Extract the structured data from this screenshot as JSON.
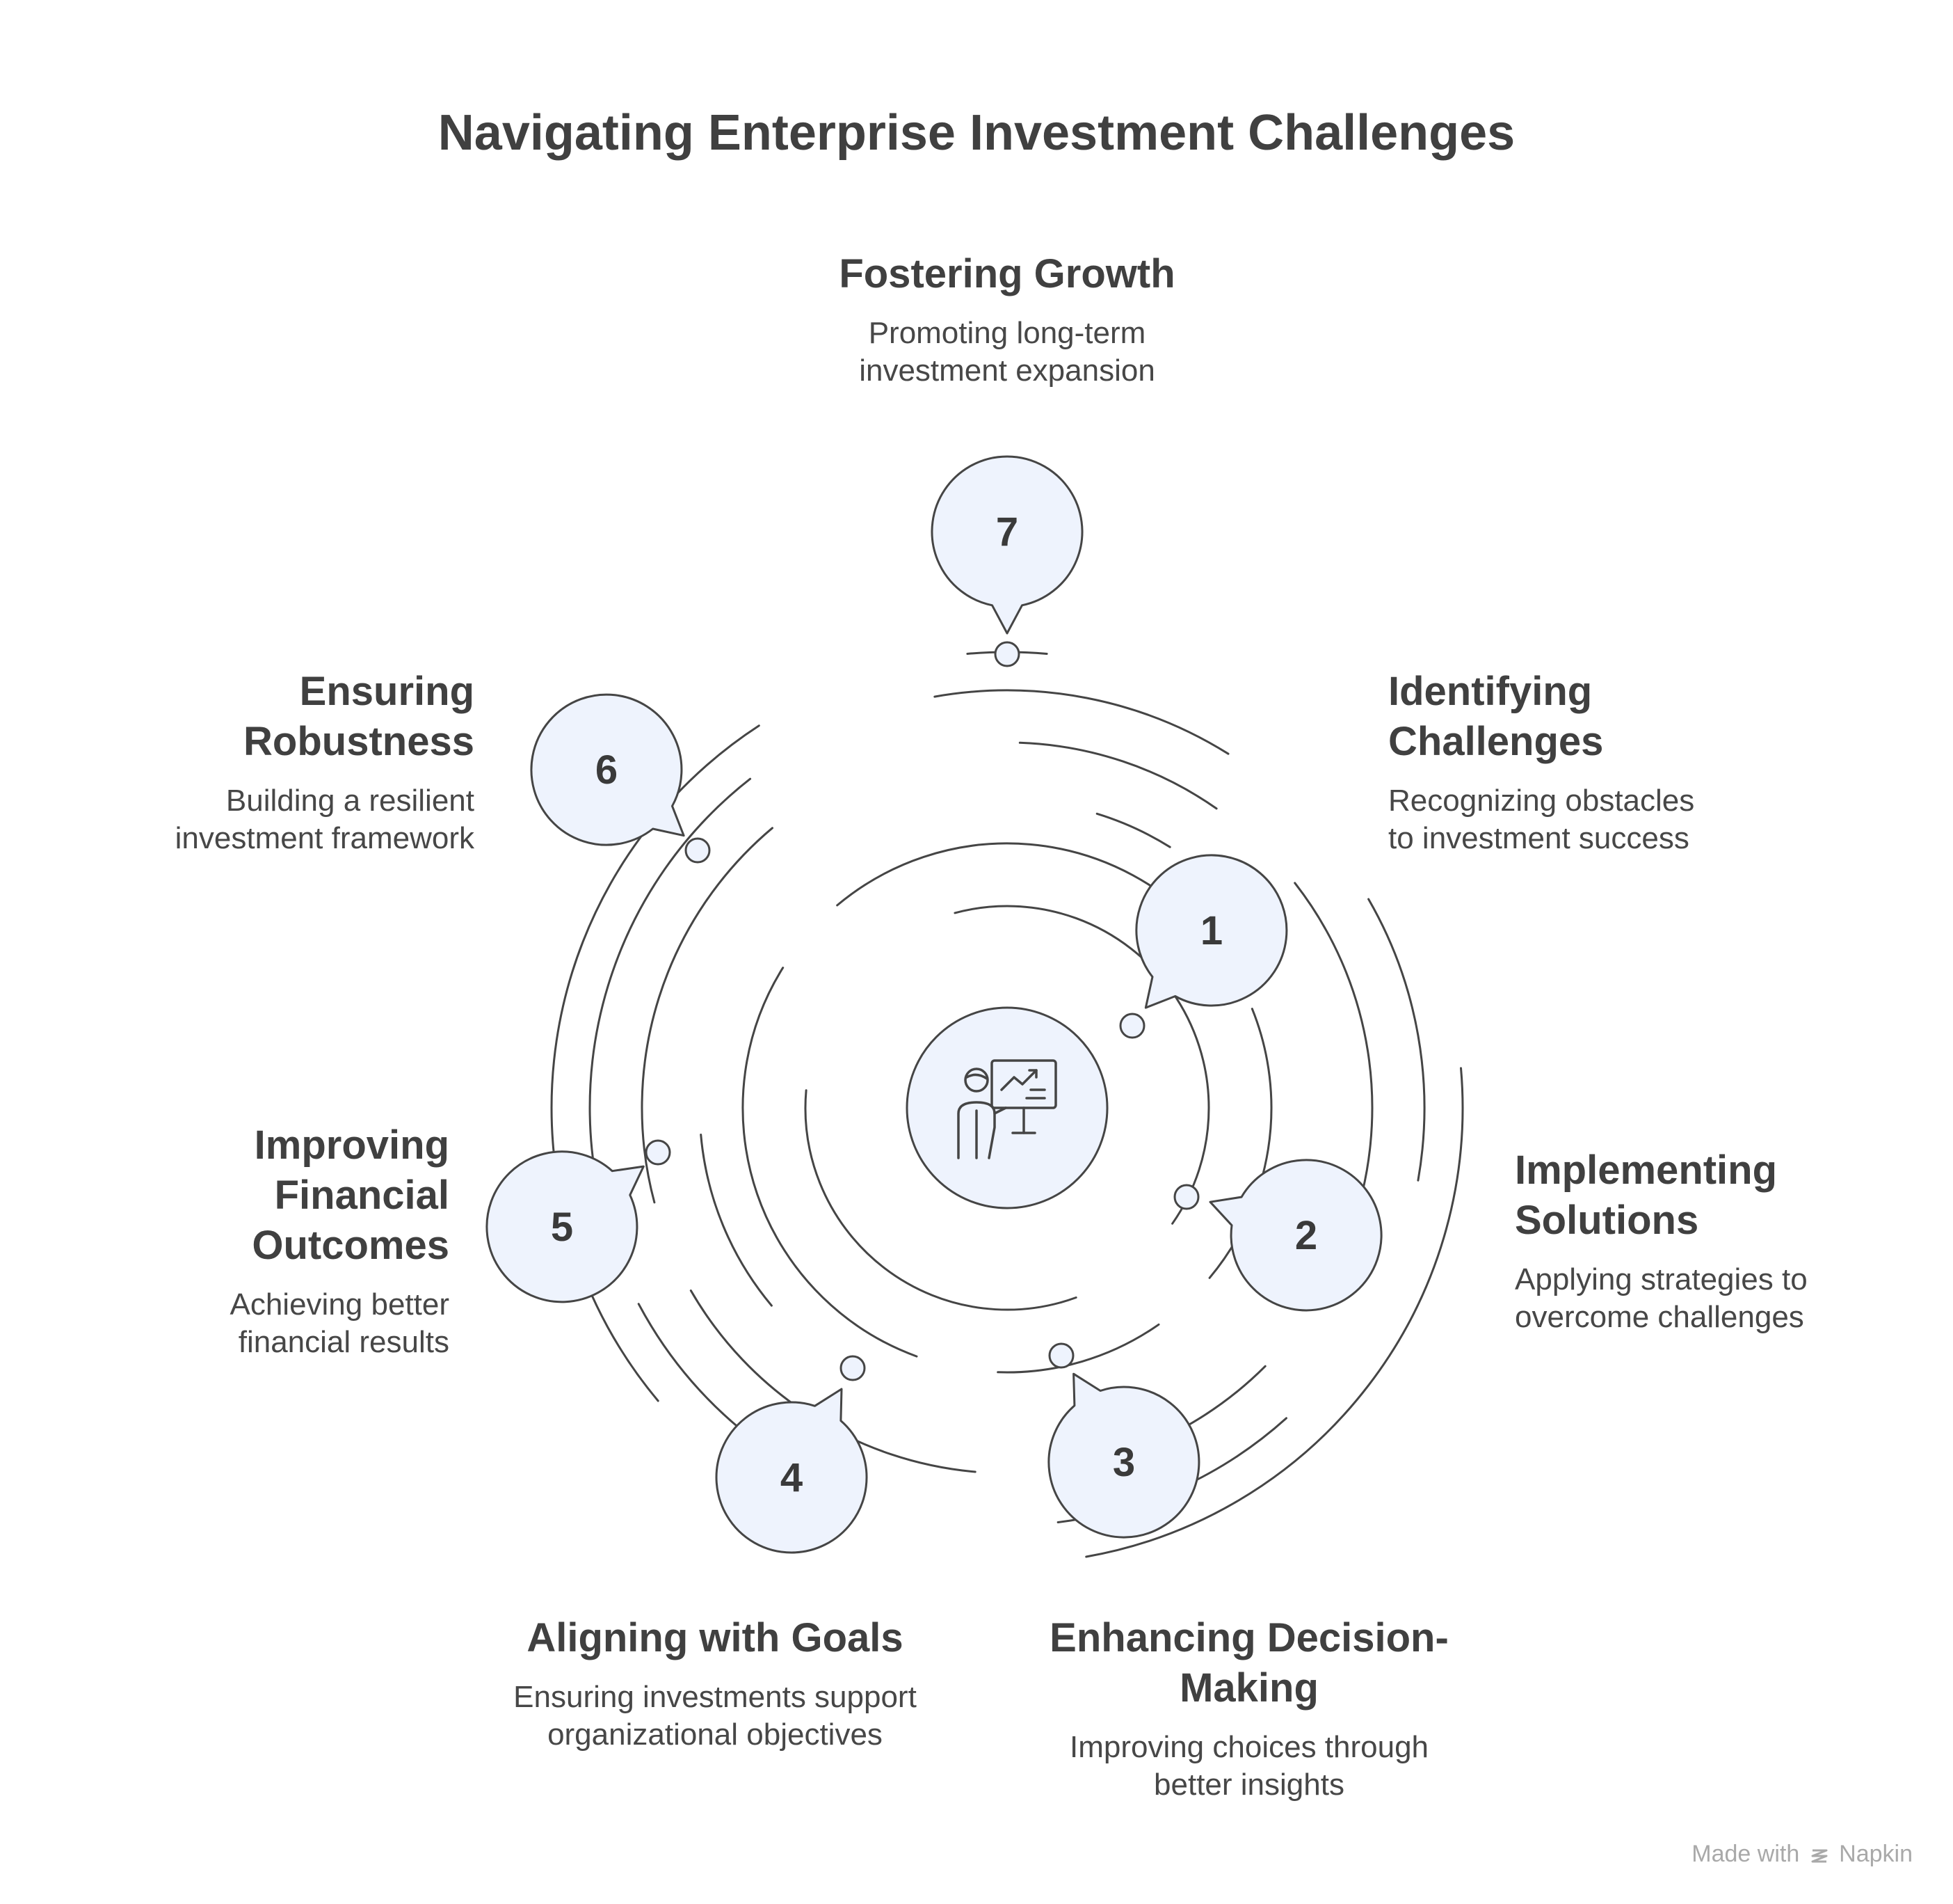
{
  "title": "Navigating Enterprise Investment Challenges",
  "steps": [
    {
      "number": "1",
      "heading_lines": [
        "Identifying",
        "Challenges"
      ],
      "description_lines": [
        "Recognizing obstacles",
        "to investment success"
      ]
    },
    {
      "number": "2",
      "heading_lines": [
        "Implementing",
        "Solutions"
      ],
      "description_lines": [
        "Applying strategies to",
        "overcome challenges"
      ]
    },
    {
      "number": "3",
      "heading_lines": [
        "Enhancing Decision-",
        "Making"
      ],
      "description_lines": [
        "Improving choices through",
        "better insights"
      ]
    },
    {
      "number": "4",
      "heading_lines": [
        "Aligning with Goals"
      ],
      "description_lines": [
        "Ensuring investments support",
        "organizational objectives"
      ]
    },
    {
      "number": "5",
      "heading_lines": [
        "Improving",
        "Financial",
        "Outcomes"
      ],
      "description_lines": [
        "Achieving better",
        "financial results"
      ]
    },
    {
      "number": "6",
      "heading_lines": [
        "Ensuring",
        "Robustness"
      ],
      "description_lines": [
        "Building a resilient",
        "investment framework"
      ]
    },
    {
      "number": "7",
      "heading_lines": [
        "Fostering Growth"
      ],
      "description_lines": [
        "Promoting long-term",
        "investment expansion"
      ]
    }
  ],
  "center_icon": "presenter-chart-icon",
  "watermark": {
    "prefix": "Made with",
    "brand": "Napkin",
    "icon": "napkin-logo-icon"
  },
  "colors": {
    "bubble_fill": "#eef3fd",
    "stroke": "#454545",
    "text": "#404040"
  }
}
